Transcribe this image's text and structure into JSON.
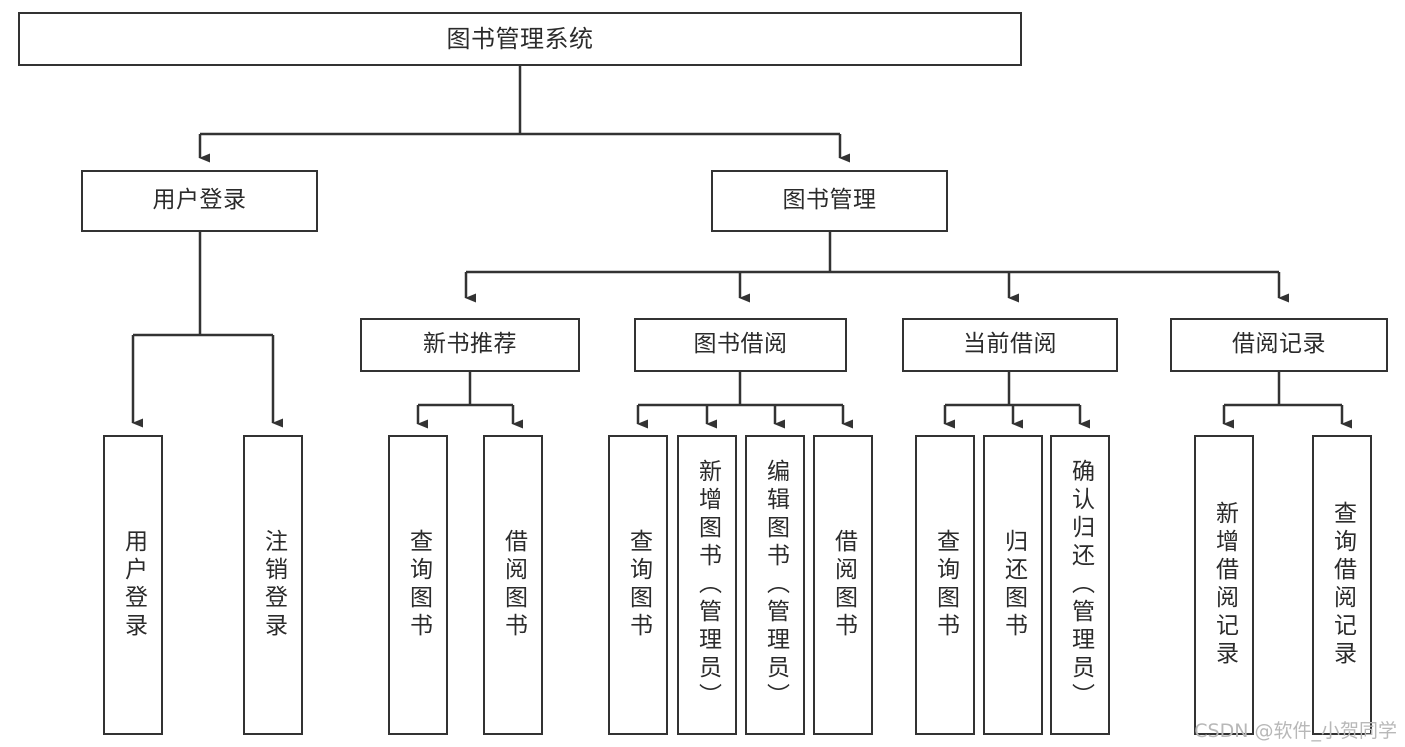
{
  "diagram": {
    "title": "图书管理系统",
    "watermark": "CSDN @软件_小贺同学",
    "stroke_color": "#333333",
    "text_color": "#2b2b2b",
    "background_color": "#ffffff",
    "watermark_color": "#b8b8b8"
  },
  "nodes": {
    "root": {
      "label": "图书管理系统",
      "orientation": "horizontal",
      "level": 0
    },
    "l1": [
      {
        "label": "用户登录",
        "orientation": "horizontal",
        "level": 1
      },
      {
        "label": "图书管理",
        "orientation": "horizontal",
        "level": 1
      }
    ],
    "l2": [
      {
        "label": "新书推荐",
        "orientation": "horizontal",
        "level": 2
      },
      {
        "label": "图书借阅",
        "orientation": "horizontal",
        "level": 2
      },
      {
        "label": "当前借阅",
        "orientation": "horizontal",
        "level": 2
      },
      {
        "label": "借阅记录",
        "orientation": "horizontal",
        "level": 2
      }
    ],
    "leaves": [
      {
        "label": "用户登录",
        "orientation": "vertical",
        "parent": "用户登录"
      },
      {
        "label": "注销登录",
        "orientation": "vertical",
        "parent": "用户登录"
      },
      {
        "label": "查询图书",
        "orientation": "vertical",
        "parent": "新书推荐"
      },
      {
        "label": "借阅图书",
        "orientation": "vertical",
        "parent": "新书推荐"
      },
      {
        "label": "查询图书",
        "orientation": "vertical",
        "parent": "图书借阅"
      },
      {
        "label": "新增图书（管理员）",
        "orientation": "vertical",
        "parent": "图书借阅"
      },
      {
        "label": "编辑图书（管理员）",
        "orientation": "vertical",
        "parent": "图书借阅"
      },
      {
        "label": "借阅图书",
        "orientation": "vertical",
        "parent": "图书借阅"
      },
      {
        "label": "查询图书",
        "orientation": "vertical",
        "parent": "当前借阅"
      },
      {
        "label": "归还图书",
        "orientation": "vertical",
        "parent": "当前借阅"
      },
      {
        "label": "确认归还（管理员）",
        "orientation": "vertical",
        "parent": "当前借阅"
      },
      {
        "label": "新增借阅记录",
        "orientation": "vertical",
        "parent": "借阅记录"
      },
      {
        "label": "查询借阅记录",
        "orientation": "vertical",
        "parent": "借阅记录"
      }
    ]
  },
  "chart_data": {
    "type": "diagram",
    "subtype": "tree-hierarchy",
    "title": "图书管理系统",
    "orientation": "top-down",
    "tree": {
      "name": "图书管理系统",
      "children": [
        {
          "name": "用户登录",
          "children": [
            {
              "name": "用户登录"
            },
            {
              "name": "注销登录"
            }
          ]
        },
        {
          "name": "图书管理",
          "children": [
            {
              "name": "新书推荐",
              "children": [
                {
                  "name": "查询图书"
                },
                {
                  "name": "借阅图书"
                }
              ]
            },
            {
              "name": "图书借阅",
              "children": [
                {
                  "name": "查询图书"
                },
                {
                  "name": "新增图书（管理员）"
                },
                {
                  "name": "编辑图书（管理员）"
                },
                {
                  "name": "借阅图书"
                }
              ]
            },
            {
              "name": "当前借阅",
              "children": [
                {
                  "name": "查询图书"
                },
                {
                  "name": "归还图书"
                },
                {
                  "name": "确认归还（管理员）"
                }
              ]
            },
            {
              "name": "借阅记录",
              "children": [
                {
                  "name": "新增借阅记录"
                },
                {
                  "name": "查询借阅记录"
                }
              ]
            }
          ]
        }
      ]
    },
    "node_count": 20,
    "depth": 4
  }
}
